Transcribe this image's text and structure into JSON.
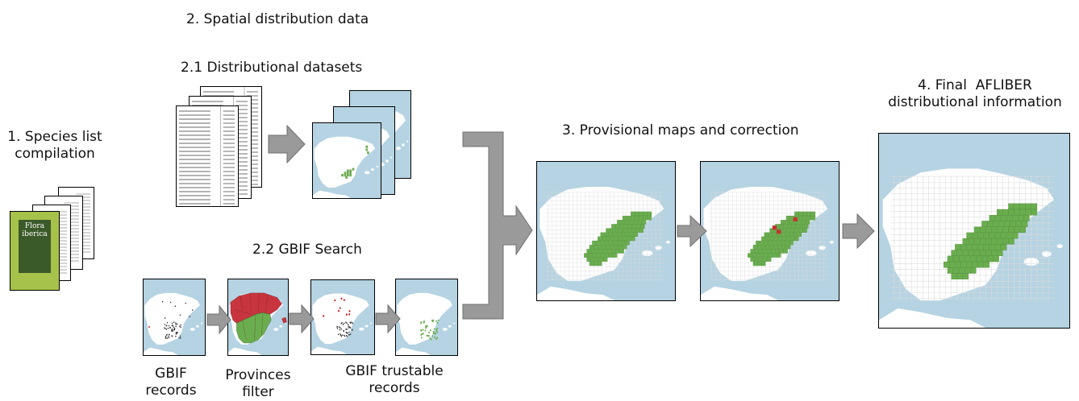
{
  "headings": {
    "step1": [
      "1. Species list",
      "compilation"
    ],
    "step2": "2. Spatial distribution data",
    "step2_1": "2.1 Distributional datasets",
    "step2_2": "2.2 GBIF Search",
    "step3": "3. Provisional maps and correction",
    "step4": [
      "4. Final  AFLIBER",
      "distributional information"
    ]
  },
  "gbif_labels": {
    "records": [
      "GBIF",
      "records"
    ],
    "provinces": [
      "Provinces",
      "filter"
    ],
    "trustable": [
      "GBIF trustable",
      "records"
    ]
  },
  "book_cover": {
    "title_line1": "Flora",
    "title_line2": "iberica"
  },
  "colors": {
    "sea": "#b5d3e2",
    "land": "#ffffff",
    "presence": "#6aad4f",
    "record_removed": "#d22b33",
    "record_point": "#222222",
    "province_red": "#c8353f",
    "province_green": "#6aad4f",
    "arrow_fill": "#9a9a9a",
    "book_cover": "#a7c24a"
  },
  "icons": [
    "arrow-right-icon",
    "book-icon",
    "table-icon",
    "map-icon",
    "merge-bracket-arrow-icon"
  ]
}
